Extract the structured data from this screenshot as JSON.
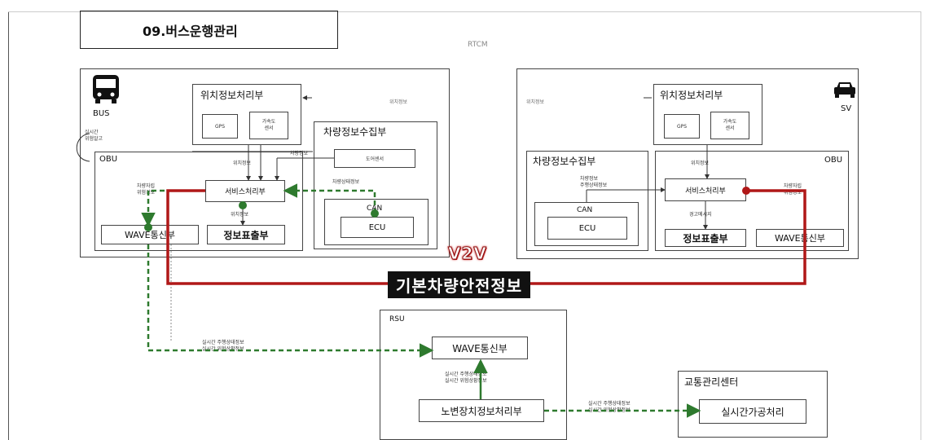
{
  "title": "09.버스운행관리",
  "rtcm_label": "RTCM",
  "bus": {
    "label": "BUS",
    "realtime_note": "실시간\n위험알고",
    "obu_label": "OBU",
    "position_unit": "위치정보처리부",
    "gps": "GPS",
    "accel_sensor": "가속도\n센서",
    "vehicle_collect": "차량정보수집부",
    "door_sensor": "도어센서",
    "can": "CAN",
    "ecu": "ECU",
    "service_unit": "서비스처리부",
    "wave_comm": "WAVE통신부",
    "info_display": "정보표출부",
    "small_labels": [
      "위치정보",
      "차량정보",
      "차량상태정보",
      "차량자립\n위험경보",
      "위치정보",
      "위치정보"
    ]
  },
  "sv": {
    "label": "SV",
    "obu_label": "OBU",
    "position_unit": "위치정보처리부",
    "gps": "GPS",
    "accel_sensor": "가속도\n센서",
    "vehicle_collect": "차량정보수집부",
    "can": "CAN",
    "ecu": "ECU",
    "service_unit": "서비스처리부",
    "wave_comm": "WAVE통신부",
    "info_display": "정보표출부",
    "small_labels": [
      "위치정보",
      "차량정보\n주행상태정보",
      "경고메시지",
      "차량자립\n위험경보",
      "위치정보"
    ]
  },
  "v2v": {
    "tag": "V2V",
    "message": "기본차량안전정보"
  },
  "rsu": {
    "label": "RSU",
    "wave_comm": "WAVE통신부",
    "roadside_unit": "노변장치정보처리부",
    "small_labels": [
      "실시간 주행상태정보\n실시간 위험상황정보",
      "실시간 주행상태정보\n실시간 위험상황정보"
    ]
  },
  "traffic_center": {
    "label": "교통관리센터",
    "realtime_proc": "실시간가공처리"
  },
  "link_labels": {
    "bus_rsu": "실시간 주행상태정보\n실시간 위험상황정보",
    "rsu_center": "실시간 주행상태정보\n실시간 위험상황정보"
  },
  "colors": {
    "red": "#b01818",
    "green": "#2e7a2e",
    "frame": "#444444"
  }
}
